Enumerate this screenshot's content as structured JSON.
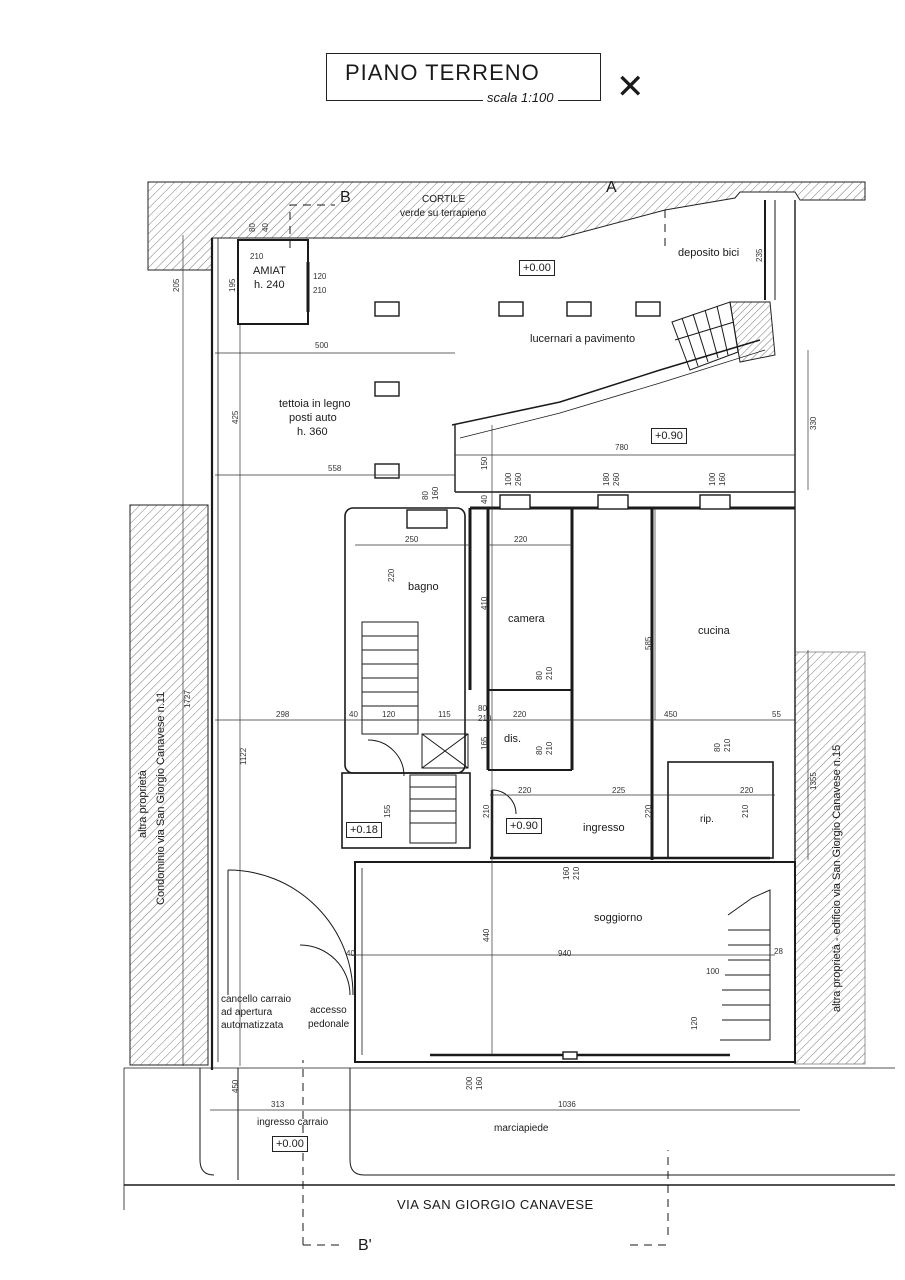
{
  "title": "PIANO TERRENO",
  "scale": "scala 1:100",
  "cross_mark": "✕",
  "section_marks": {
    "b_top": "B",
    "a_top": "A",
    "b_bottom": "B'"
  },
  "courtyard": {
    "line1": "CORTILE",
    "line2": "verde su terrapieno"
  },
  "rooms": {
    "amiat": {
      "name": "AMIAT",
      "height": "h. 240"
    },
    "deposito": "deposito bici",
    "lucernari": "lucernari a pavimento",
    "tettoia": {
      "l1": "tettoia in legno",
      "l2": "posti auto",
      "l3": "h. 360"
    },
    "bagno": "bagno",
    "camera": "camera",
    "cucina": "cucina",
    "dis": "dis.",
    "ingresso": "ingresso",
    "rip": "rip.",
    "soggiorno": "soggiorno",
    "cancello": {
      "l1": "cancello carraio",
      "l2": "ad apertura",
      "l3": "automatizzata"
    },
    "accesso": {
      "l1": "accesso",
      "l2": "pedonale"
    },
    "ingresso_carraio": "ingresso carraio",
    "marciapiede": "marciapiede"
  },
  "levels": {
    "cortile": "+0.00",
    "upper": "+0.90",
    "stair": "+0.18",
    "ingresso": "+0.90",
    "street": "+0.00"
  },
  "neighbors": {
    "left_l1": "altra proprietà",
    "left_l2": "Condominio via San Giorgio Canavese n.11",
    "right": "altra proprietà - edificio via San Giorgio Canavese n.15"
  },
  "street": "VIA SAN GIORGIO CANAVESE",
  "dims": {
    "d210a": "210",
    "d80a": "80",
    "d40a": "40",
    "d195": "195",
    "d120a": "120",
    "d210b": "210",
    "d205": "205",
    "d235": "235",
    "d500": "500",
    "d425": "425",
    "d330": "330",
    "d558": "558",
    "d780": "780",
    "d150": "150",
    "d80b": "80",
    "d160a": "160",
    "d100a": "100",
    "d260a": "260",
    "d180": "180",
    "d260b": "260",
    "d100b": "100",
    "d160b": "160",
    "d40b": "40",
    "d250": "250",
    "d220a": "220",
    "d220b": "220",
    "d410": "410",
    "d585": "585",
    "d80c": "80",
    "d210c": "210",
    "d1727": "1727",
    "d1122": "1122",
    "d298": "298",
    "d40c": "40",
    "d120b": "120",
    "d115": "115",
    "d80d": "80",
    "d210d": "210",
    "d220c": "220",
    "d450a": "450",
    "d55": "55",
    "d165": "165",
    "d80e": "80",
    "d210e": "210",
    "d80f": "80",
    "d210f": "210",
    "d155": "155",
    "d210g": "210",
    "d220d": "220",
    "d225": "225",
    "d220e": "220",
    "d220f": "220",
    "d210h": "210",
    "d1355": "1355",
    "d160c": "160",
    "d210i": "210",
    "d440": "440",
    "d40d": "40",
    "d940": "940",
    "d100c": "100",
    "d120c": "120",
    "d28": "28",
    "d200": "200",
    "d160d": "160",
    "d450b": "450",
    "d313": "313",
    "d1036": "1036"
  },
  "colors": {
    "ink": "#1a1a1a",
    "hatch": "#777777"
  }
}
